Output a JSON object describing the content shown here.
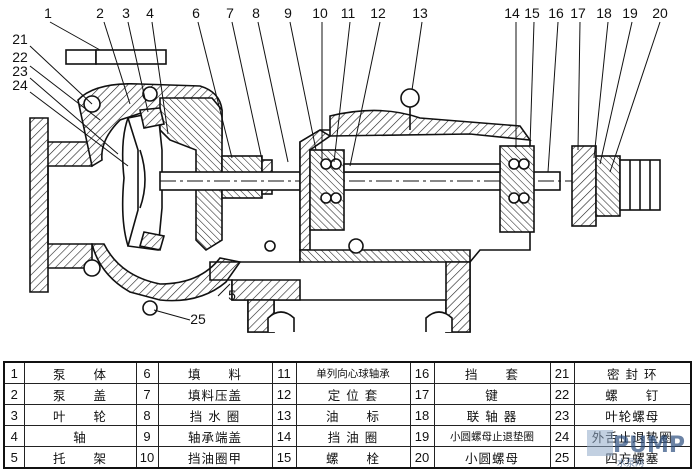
{
  "callouts": {
    "top": [
      "1",
      "2",
      "3",
      "4",
      "6",
      "7",
      "8",
      "9",
      "10",
      "11",
      "12",
      "13",
      "14",
      "15",
      "16",
      "17",
      "18",
      "19",
      "20"
    ],
    "left": [
      "21",
      "22",
      "23",
      "24"
    ],
    "body_5": "5",
    "bottom_25": "25"
  },
  "table": {
    "rows": [
      [
        {
          "n": "1",
          "name": "泵　　体"
        },
        {
          "n": "6",
          "name": "填　　料"
        },
        {
          "n": "11",
          "name": "单列向心球轴承"
        },
        {
          "n": "16",
          "name": "挡　　套"
        },
        {
          "n": "21",
          "name": "密 封 环"
        }
      ],
      [
        {
          "n": "2",
          "name": "泵　　盖"
        },
        {
          "n": "7",
          "name": "填料压盖"
        },
        {
          "n": "12",
          "name": "定 位 套"
        },
        {
          "n": "17",
          "name": "键"
        },
        {
          "n": "22",
          "name": "螺　　钉"
        }
      ],
      [
        {
          "n": "3",
          "name": "叶　　轮"
        },
        {
          "n": "8",
          "name": "挡 水 圈"
        },
        {
          "n": "13",
          "name": "油　　标"
        },
        {
          "n": "18",
          "name": "联 轴 器"
        },
        {
          "n": "23",
          "name": "叶轮螺母"
        }
      ],
      [
        {
          "n": "4",
          "name": "轴"
        },
        {
          "n": "9",
          "name": "轴承端盖"
        },
        {
          "n": "14",
          "name": "挡 油 圈"
        },
        {
          "n": "19",
          "name": "小圆螺母止退垫圈"
        },
        {
          "n": "24",
          "name": "外舌止退垫圈"
        }
      ],
      [
        {
          "n": "5",
          "name": "托　　架"
        },
        {
          "n": "10",
          "name": "挡油圈甲"
        },
        {
          "n": "15",
          "name": "螺　　栓"
        },
        {
          "n": "20",
          "name": "小圆螺母"
        },
        {
          "n": "25",
          "name": "四方螺塞"
        }
      ]
    ]
  },
  "watermark": {
    "brand": "PUMP",
    "sub": "水泵网"
  }
}
